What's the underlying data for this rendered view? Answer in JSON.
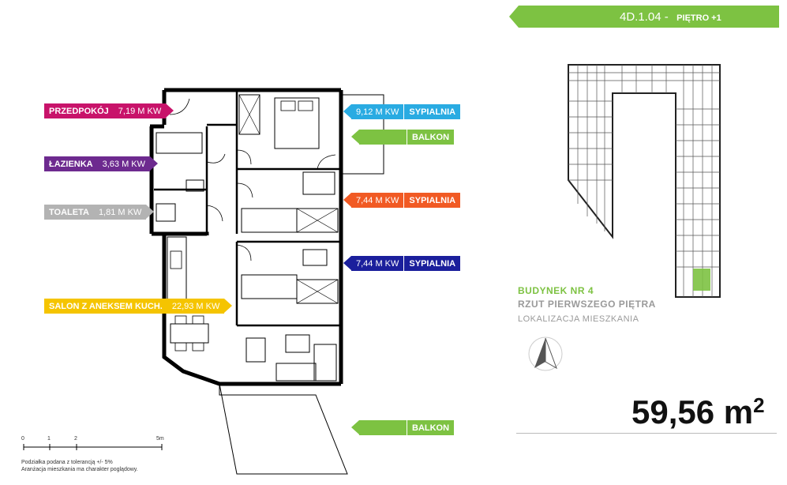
{
  "header": {
    "unit_code": "4D.1.04",
    "separator": " -",
    "floor_label": "PIĘTRO +1",
    "accent_color": "#7dc242"
  },
  "rooms": [
    {
      "name": "PRZEDPOKÓJ",
      "area": "7,19 M KW",
      "color": "#c8136a"
    },
    {
      "name": "ŁAZIENKA",
      "area": "3,63 M KW",
      "color": "#6d2a8f"
    },
    {
      "name": "TOALETA",
      "area": "1,81 M KW",
      "color": "#b3b3b3"
    },
    {
      "name": "SALON Z ANEKSEM KUCH.",
      "area": "22,93 M KW",
      "color": "#f5c400"
    },
    {
      "name": "SYPIALNIA",
      "area": "9,12 M KW",
      "color": "#29abe2"
    },
    {
      "name": "SYPIALNIA",
      "area": "7,44 M KW",
      "color": "#f15a24"
    },
    {
      "name": "SYPIALNIA",
      "area": "7,44 M KW",
      "color": "#1b1f9c"
    }
  ],
  "balconies": [
    {
      "label": "BALKON",
      "color": "#7dc242"
    },
    {
      "label": "BALKON",
      "color": "#7dc242"
    }
  ],
  "building": {
    "name": "BUDYNEK NR 4",
    "plan": "RZUT PIERWSZEGO PIĘTRA",
    "location": "LOKALIZACJA MIESZKANIA",
    "name_color": "#7dc242",
    "sub_color": "#9a9a9a"
  },
  "total_area": {
    "value": "59,56",
    "unit": "m",
    "sup": "2"
  },
  "scale": {
    "ticks": [
      "0",
      "1",
      "2",
      "5m"
    ],
    "note_line1": "Podziałka podana z tolerancją +/- 5%",
    "note_line2": "Aranżacja mieszkania ma charakter poglądowy."
  },
  "icons": {
    "north": "north-arrow-icon"
  }
}
